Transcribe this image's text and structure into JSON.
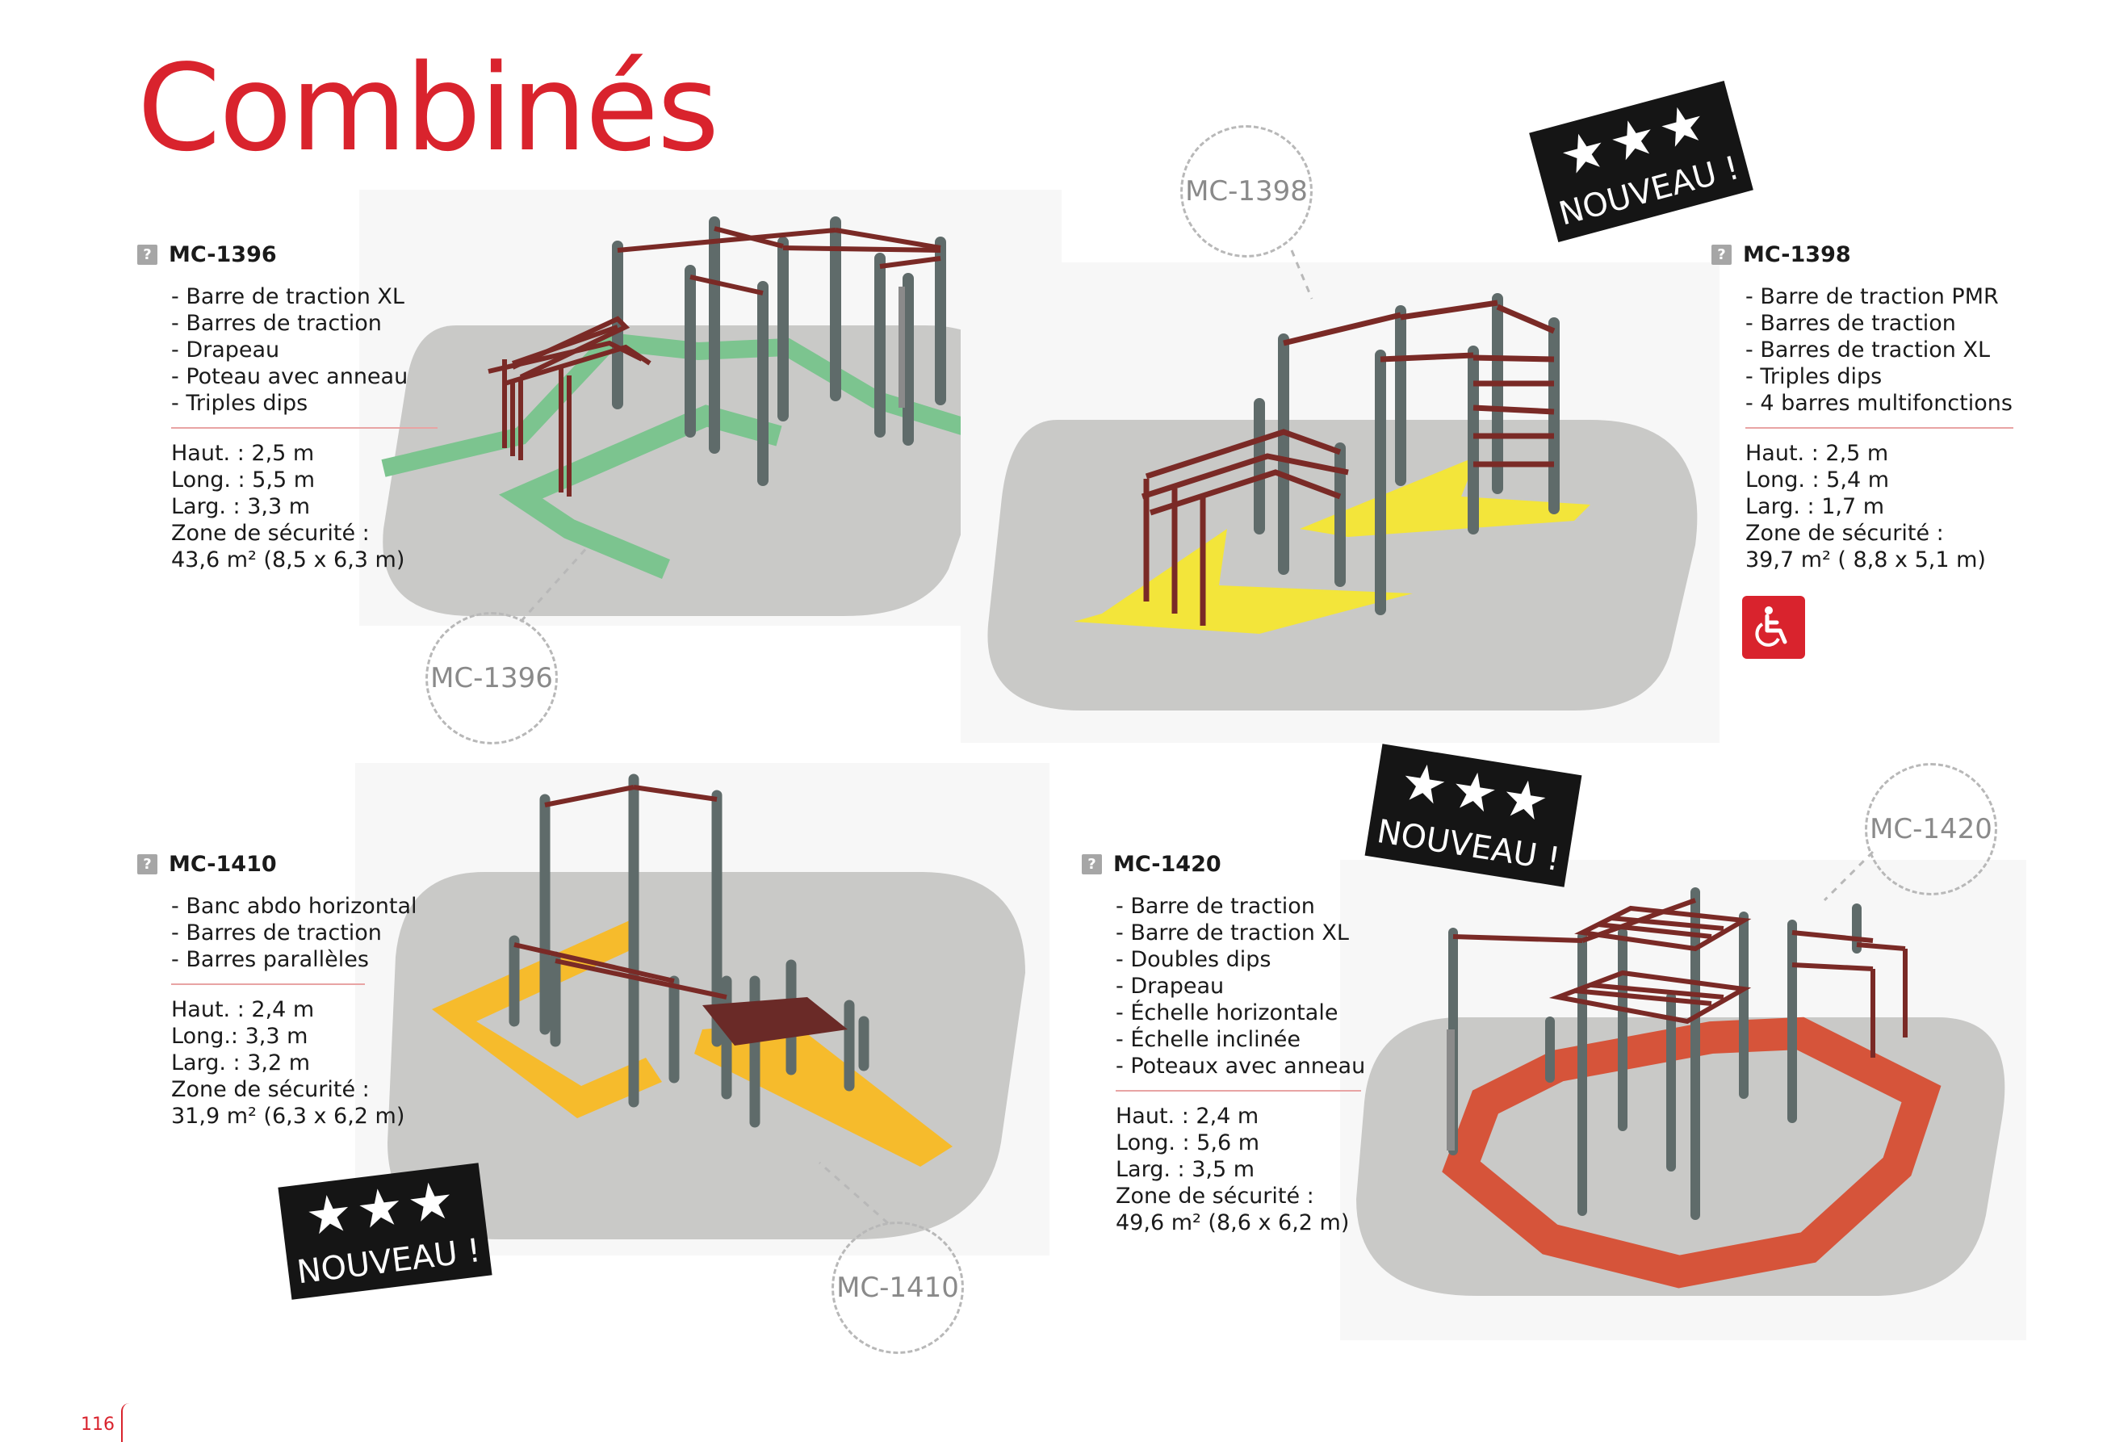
{
  "page_title": "Combinés",
  "page_number": "116",
  "badge": {
    "stars": "★★★",
    "text": "NOUVEAU !"
  },
  "colors": {
    "accent": "#d9232d",
    "ground": "#c9c9c7",
    "frame": "#7a2a26",
    "post": "#5f6b6a",
    "green": "#7cc48f",
    "yellow": "#f3e53a",
    "orange": "#f6bb2c",
    "red": "#d6543a"
  },
  "icons": {
    "question": "question-icon",
    "accessibility": "wheelchair-icon"
  },
  "products": [
    {
      "code": "MC-1396",
      "features": [
        "- Barre de traction XL",
        "- Barres de traction",
        "- Drapeau",
        "- Poteau avec anneau",
        "- Triples dips"
      ],
      "specs": [
        "Haut.  : 2,5 m",
        "Long. : 5,5 m",
        "Larg.  : 3,3 m",
        "Zone de sécurité :",
        "43,6 m² (8,5 x 6,3 m)"
      ]
    },
    {
      "code": "MC-1398",
      "features": [
        "- Barre de traction PMR",
        "- Barres de traction",
        "- Barres de traction XL",
        "- Triples dips",
        "- 4 barres multifonctions"
      ],
      "specs": [
        "Haut.  : 2,5 m",
        "Long. : 5,4 m",
        "Larg.  : 1,7 m",
        "Zone de sécurité :",
        "39,7 m² ( 8,8 x 5,1 m)"
      ]
    },
    {
      "code": "MC-1410",
      "features": [
        "- Banc abdo horizontal",
        "- Barres de traction",
        "- Barres parallèles"
      ],
      "specs": [
        "Haut.  : 2,4 m",
        "Long.:  3,3 m",
        "Larg.  :  3,2 m",
        "Zone de sécurité :",
        "31,9 m² (6,3 x 6,2 m)"
      ]
    },
    {
      "code": "MC-1420",
      "features": [
        "- Barre de traction",
        "- Barre de traction XL",
        "- Doubles dips",
        "- Drapeau",
        "- Échelle horizontale",
        "- Échelle inclinée",
        "- Poteaux avec anneau"
      ],
      "specs": [
        "Haut.  : 2,4 m",
        "Long. :  5,6 m",
        "Larg.  :  3,5 m",
        "Zone de sécurité :",
        "49,6 m² (8,6 x 6,2 m)"
      ]
    }
  ]
}
